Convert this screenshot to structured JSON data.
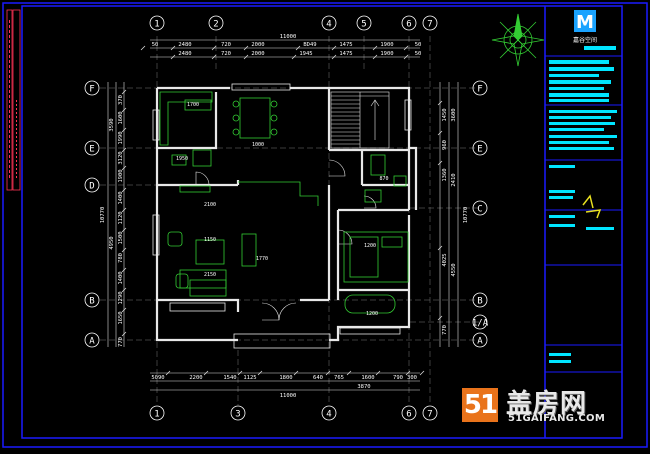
{
  "drawing": {
    "colors": {
      "background": "#000000",
      "frame": "#1a1aff",
      "walls": "#e8e8e8",
      "furniture": "#33cc33",
      "dimensions": "#ffffff",
      "text": "#ffffff",
      "title_block": "#00e5ff",
      "side_stamp": "#ff3355",
      "compass": "#33cc33"
    },
    "top_axes": [
      "1",
      "2",
      "4",
      "5",
      "6",
      "7"
    ],
    "bottom_axes": [
      "1",
      "3",
      "4",
      "6",
      "7"
    ],
    "left_axes": [
      "F",
      "E",
      "D",
      "B",
      "A"
    ],
    "right_axes": [
      "F",
      "E",
      "C",
      "B",
      "1/A",
      "A"
    ],
    "dims_top_total": "11000",
    "dims_top_row1": [
      "50",
      "2480",
      "720",
      "2000",
      "BD49",
      "1475",
      "1900",
      "50"
    ],
    "dims_top_row2": [
      "2480",
      "720",
      "2000",
      "1945",
      "1475",
      "1900",
      "50"
    ],
    "dims_bottom_row1": [
      "5090",
      "2200",
      "1540",
      "1125",
      "1800",
      "640",
      "765",
      "1600",
      "790",
      "300"
    ],
    "dims_bottom_row2": [
      "3870"
    ],
    "dims_bottom_total": "11000",
    "dims_left_total": "10770",
    "dims_left_mid": [
      "3590",
      "4950"
    ],
    "dims_left_row": [
      "370",
      "1600",
      "1990",
      "3120",
      "1900",
      "1400",
      "1120",
      "1500",
      "780",
      "1400",
      "1290",
      "1650",
      "770"
    ],
    "dims_right_total": "10770",
    "dims_right_mid": [
      "3600",
      "2410",
      "4550"
    ],
    "dims_right_row": [
      "1450",
      "960",
      "1360",
      "4025",
      "770"
    ],
    "room_dims": [
      "1700",
      "1950",
      "1000",
      "2100",
      "1150",
      "2150",
      "1770",
      "1200",
      "1200",
      "870"
    ],
    "title_logo": "M",
    "title_logo_caption": "嘉谷空间"
  },
  "watermark": {
    "number": "51",
    "chinese": "盖房网",
    "url": "51GAIFANG.COM"
  }
}
